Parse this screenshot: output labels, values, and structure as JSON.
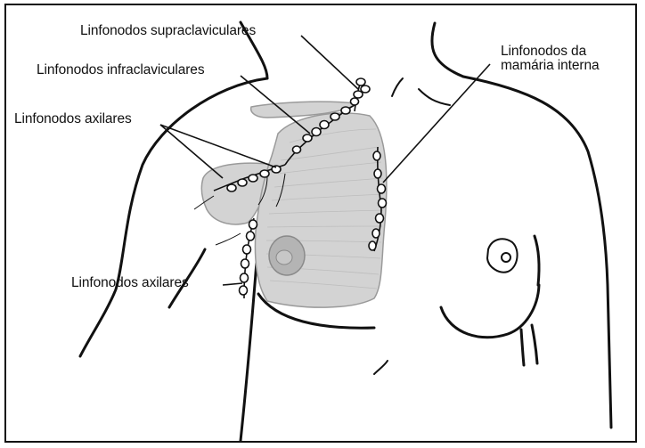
{
  "labels": {
    "supraclavicular": "Linfonodos supraclaviculares",
    "infraclavicular": "Linfonodos infraclaviculares",
    "axillary_upper": "Linfonodos axilares",
    "axillary_lower": "Linfonodos axilares",
    "internal_mammary_line1": "Linfonodos da",
    "internal_mammary_line2": "mamária interna"
  },
  "colors": {
    "outline": "#111111",
    "breast_shading": "#d3d3d3",
    "breast_stroke": "#9a9a9a",
    "areola_shading": "#b4b4b4"
  }
}
